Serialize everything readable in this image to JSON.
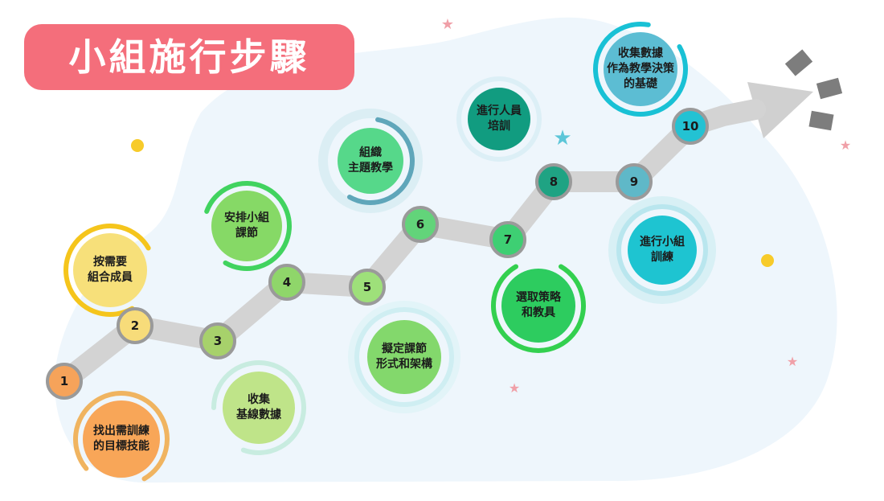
{
  "title": "小組施行步驟",
  "steps": [
    {
      "num": "1",
      "lines": [
        "找出需訓練",
        "的目標技能"
      ]
    },
    {
      "num": "2",
      "lines": [
        "按需要",
        "組合成員"
      ]
    },
    {
      "num": "3",
      "lines": [
        "收集",
        "基線數據"
      ]
    },
    {
      "num": "4",
      "lines": [
        "安排小組",
        "課節"
      ]
    },
    {
      "num": "5",
      "lines": [
        "擬定課節",
        "形式和架構"
      ]
    },
    {
      "num": "6",
      "lines": [
        "組織",
        "主題教學"
      ]
    },
    {
      "num": "7",
      "lines": [
        "選取策略",
        "和教具"
      ]
    },
    {
      "num": "8",
      "lines": [
        "進行人員",
        "培訓"
      ]
    },
    {
      "num": "9",
      "lines": [
        "進行小組",
        "訓練"
      ]
    },
    {
      "num": "10",
      "lines": [
        "收集數據",
        "作為教學決策",
        "的基礎"
      ]
    }
  ],
  "colors": {
    "title_bg": "#f46e7b",
    "path": "#d3d3d3",
    "blob": "#eef6fc",
    "arrow": "#d0d0d0",
    "dash": "#7d7d7d"
  }
}
